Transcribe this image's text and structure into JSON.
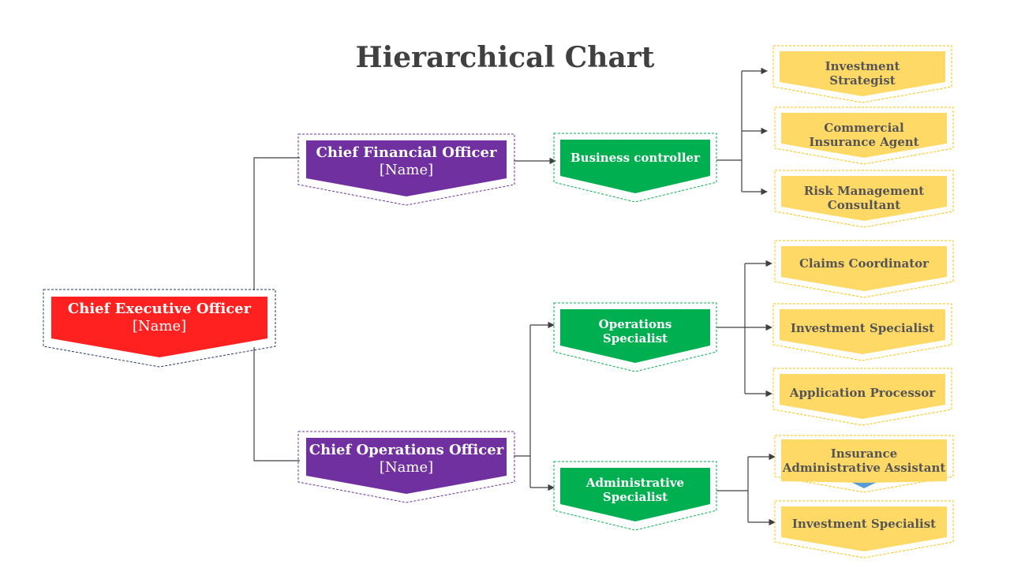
{
  "title": "Hierarchical Chart",
  "colors": {
    "ceo": "#ff2020",
    "officer": "#7030a0",
    "specialist": "#00b050",
    "staff": "#ffd966",
    "line": "#404040"
  },
  "ceo": {
    "role": "Chief Executive Officer",
    "name": "[Name]"
  },
  "cfo": {
    "role": "Chief Financial Officer",
    "name": "[Name]"
  },
  "coo": {
    "role": "Chief Operations Officer",
    "name": "[Name]"
  },
  "business_controller": {
    "label": "Business controller"
  },
  "operations_specialist": {
    "label": "Operations Specialist"
  },
  "administrative_specialist": {
    "label": "Administrative Specialist"
  },
  "staff": {
    "investment_strategist": "Investment Strategist",
    "commercial_insurance_agent": "Commercial Insurance Agent",
    "risk_management_consultant": "Risk Management Consultant",
    "claims_coordinator": "Claims Coordinator",
    "investment_specialist_ops": "Investment Specialist",
    "application_processor": "Application Processor",
    "insurance_administrative_assistant": "Insurance Administrative Assistant",
    "investment_specialist_admin": "Investment Specialist"
  }
}
